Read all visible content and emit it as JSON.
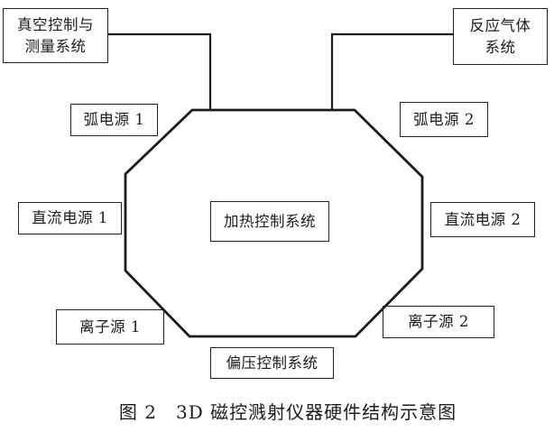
{
  "figure": {
    "caption": "图 2　3D 磁控溅射仪器硬件结构示意图",
    "center_node": {
      "label": "加热控制系统"
    },
    "nodes": {
      "vacuum": {
        "line1": "真空控制与",
        "line2": "测量系统"
      },
      "gas": {
        "line1": "反应气体",
        "line2": "系统"
      },
      "arc1": {
        "label": "弧电源 1"
      },
      "arc2": {
        "label": "弧电源 2"
      },
      "dc1": {
        "label": "直流电源 1"
      },
      "dc2": {
        "label": "直流电源 2"
      },
      "ion1": {
        "label": "离子源 1"
      },
      "ion2": {
        "label": "离子源 2"
      },
      "bias": {
        "label": "偏压控制系统"
      }
    },
    "colors": {
      "line": "#1c1c1c",
      "box_border": "#222222",
      "background": "#ffffff",
      "text": "#1c1c1c"
    }
  }
}
